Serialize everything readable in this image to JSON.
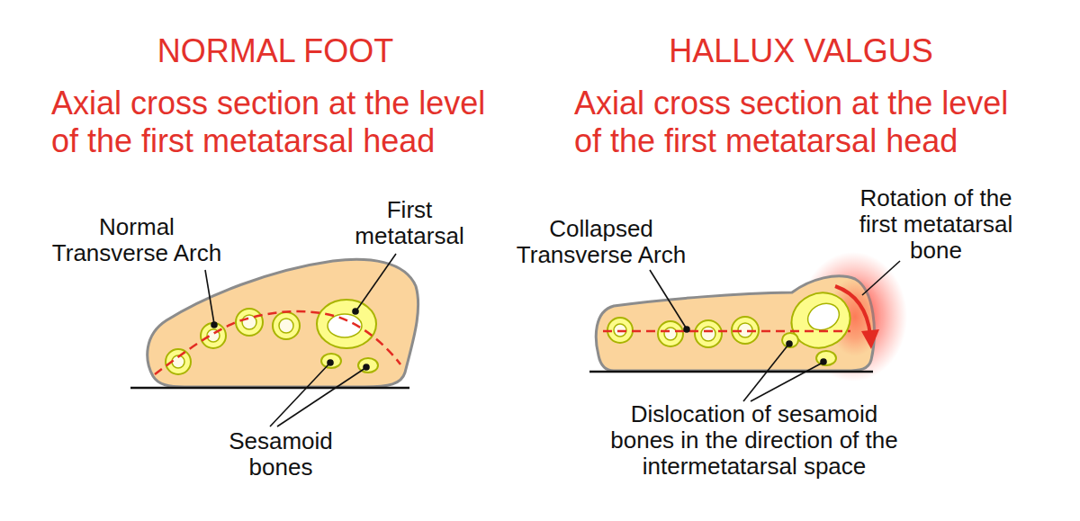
{
  "diagram": {
    "labels": [
      "NORMAL FOOT",
      "Axial cross section at the level of the first metatarsal head",
      "Normal Transverse Arch",
      "First metatarsal",
      "Sesamoid bones",
      "HALLUX VALGUS",
      "Axial cross section at the level of the first metatarsal head",
      "Collapsed Transverse Arch",
      "Rotation of the first metatarsal bone",
      "Dislocation of sesamoid bones in the direction of the intermetatarsal space"
    ]
  }
}
